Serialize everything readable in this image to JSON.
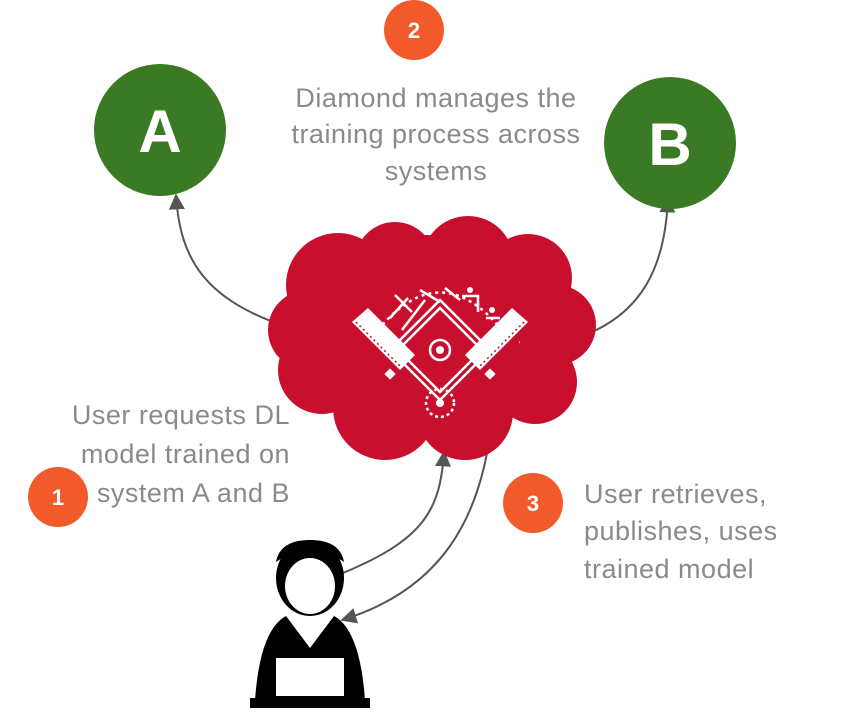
{
  "colors": {
    "node_fill": "#3b7a25",
    "cloud_fill": "#c8102e",
    "badge_fill": "#f15a2b",
    "text_gray": "#8a8a8a",
    "arrow_gray": "#555555",
    "user_fill": "#000000"
  },
  "nodes": {
    "a": {
      "label": "A"
    },
    "b": {
      "label": "B"
    }
  },
  "cloud": {
    "icon": "diamond-logo-icon"
  },
  "user": {
    "icon": "user-at-laptop-icon"
  },
  "steps": [
    {
      "number": "1",
      "lines": [
        "User requests DL",
        "model trained on",
        "system A and B"
      ]
    },
    {
      "number": "2",
      "lines": [
        "Diamond manages the",
        "training process across",
        "systems"
      ]
    },
    {
      "number": "3",
      "lines": [
        "User retrieves,",
        "publishes, uses",
        "trained model"
      ]
    }
  ]
}
